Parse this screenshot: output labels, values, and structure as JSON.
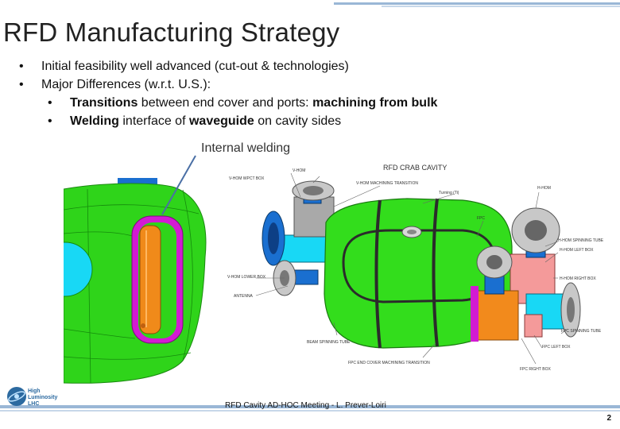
{
  "slide": {
    "title": "RFD Manufacturing Strategy",
    "bullets": [
      {
        "text": "Initial feasibility well advanced (cut-out & technologies)"
      },
      {
        "text": "Major Differences (w.r.t. U.S.):"
      }
    ],
    "sub_bullets": [
      {
        "bold1": "Transitions",
        "normal1": " between end cover and ports: ",
        "bold2": "machining from bulk",
        "normal2": ""
      },
      {
        "bold1": "Welding",
        "normal1": " interface of ",
        "bold2": "waveguide",
        "normal2": " on cavity sides"
      }
    ],
    "callout": "Internal welding",
    "footer": "RFD Cavity AD-HOC Meeting -  L. Prever-Loiri",
    "page_number": "2",
    "logo_text": [
      "High",
      "Luminosity",
      "LHC"
    ]
  },
  "diagram": {
    "title": "RFD CRAB CAVITY",
    "labels": [
      "V-HOM",
      "V-HOM WPCT BOX",
      "V-HOM MACHINING TRANSITION",
      "Turning (Ti)",
      "H-HOM",
      "FPC",
      "H-HOM SPINNING TUBE",
      "H-HOM LEFT BOX",
      "V-HOM LOWER BOX",
      "ANTENNA",
      "H-HOM RIGHT BOX",
      "FPC SPINNING TUBE",
      "BEAM SPINNING TUBE",
      "FPC END COVER MACHINING TRANSITION",
      "FPC RIGHT BOX",
      "FPC LEFT BOX"
    ]
  },
  "colors": {
    "cavity_green": "#33dd1c",
    "flange_blue": "#1a6fd0",
    "cyan": "#18e0ff",
    "orange": "#f28a1c",
    "magenta": "#d21bd2",
    "pink": "#f49a9a",
    "gray": "#a9a9a9"
  }
}
